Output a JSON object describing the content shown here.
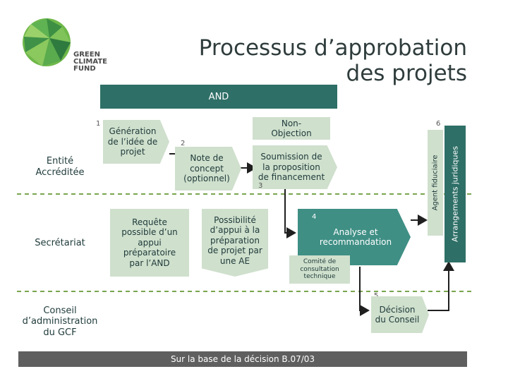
{
  "logo": {
    "text_lines": [
      "GREEN",
      "CLIMATE",
      "FUND"
    ]
  },
  "title": {
    "line1": "Processus d’approbation",
    "line2": "des projets"
  },
  "and_bar": {
    "label": "AND"
  },
  "lanes": {
    "entite": "Entité\nAccréditée",
    "secretariat": "Secrétariat",
    "conseil": "Conseil\nd’administration\ndu GCF"
  },
  "steps": {
    "s1": {
      "number": "1",
      "label": "Génération\nde l’idée de\nprojet"
    },
    "s2": {
      "number": "2",
      "label": "Note de\nconcept\n(optionnel)"
    },
    "s3": {
      "number": "3",
      "label": "Soumission de\nla proposition\nde financement"
    },
    "s4": {
      "number": "4",
      "label": "Analyse et\nrecommandation"
    },
    "s5": {
      "number": "5",
      "label": "Décision\ndu Conseil"
    },
    "s6": {
      "number": "6"
    }
  },
  "non_objection": "Non-\nObjection",
  "requete": "Requête\npossible d’un\nappui\npréparatoire\npar l’AND",
  "possibilite": "Possibilité\nd’appui à la\npréparation\nde projet par\nune AE",
  "comite": "Comité de\nconsultation\ntechnique",
  "agent_fiduciaire": "Agent fiduciaire",
  "arrangements": "Arrangements juridiques",
  "footer": "Sur la base de la décision B.07/03",
  "colors": {
    "dark_teal": "#2e6f67",
    "mid_teal": "#3f8f85",
    "pale_green": "#cfe0cd",
    "title": "#2f3c3c",
    "dashed": "#7aa54e",
    "footer_bg": "#5f5f5f"
  }
}
